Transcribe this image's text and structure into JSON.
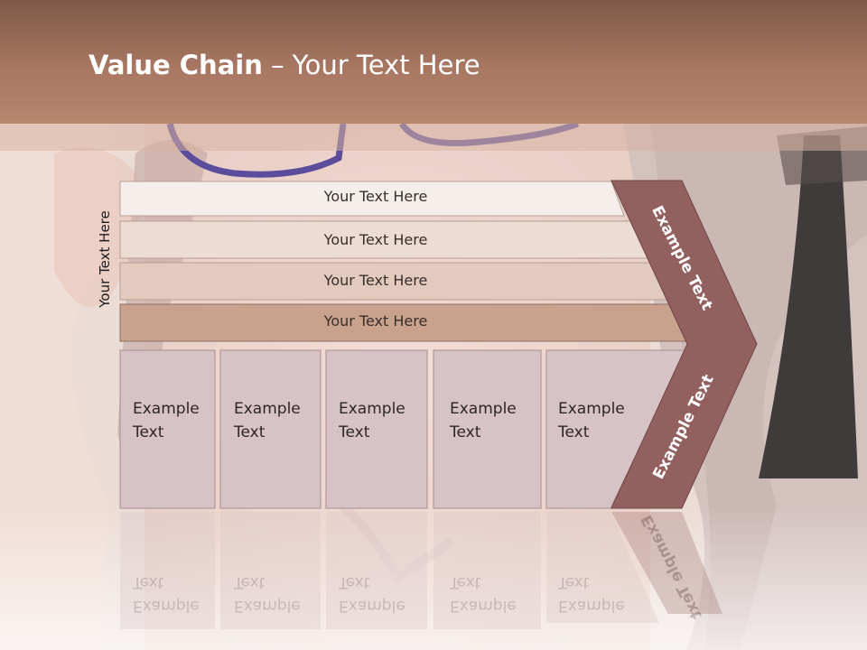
{
  "title": {
    "bold": "Value Chain",
    "rest": " – Your Text Here"
  },
  "side_label": "Your Text Here",
  "rows": [
    "Your Text Here",
    "Your Text Here",
    "Your Text Here",
    "Your Text Here"
  ],
  "cells": [
    {
      "line1": "Example",
      "line2": "Text"
    },
    {
      "line1": "Example",
      "line2": "Text"
    },
    {
      "line1": "Example",
      "line2": "Text"
    },
    {
      "line1": "Example",
      "line2": "Text"
    },
    {
      "line1": "Example",
      "line2": "Text"
    }
  ],
  "chevron_upper_label": "Example Text",
  "chevron_lower_label": "Example Text",
  "colors": {
    "title_bar": "#a87762",
    "chevron": "#92615f",
    "cell_fill": "#d7c3c5",
    "row_fills": [
      "#f5eeea",
      "#ecdcd2",
      "#e2cabe",
      "#c9a28e"
    ]
  }
}
